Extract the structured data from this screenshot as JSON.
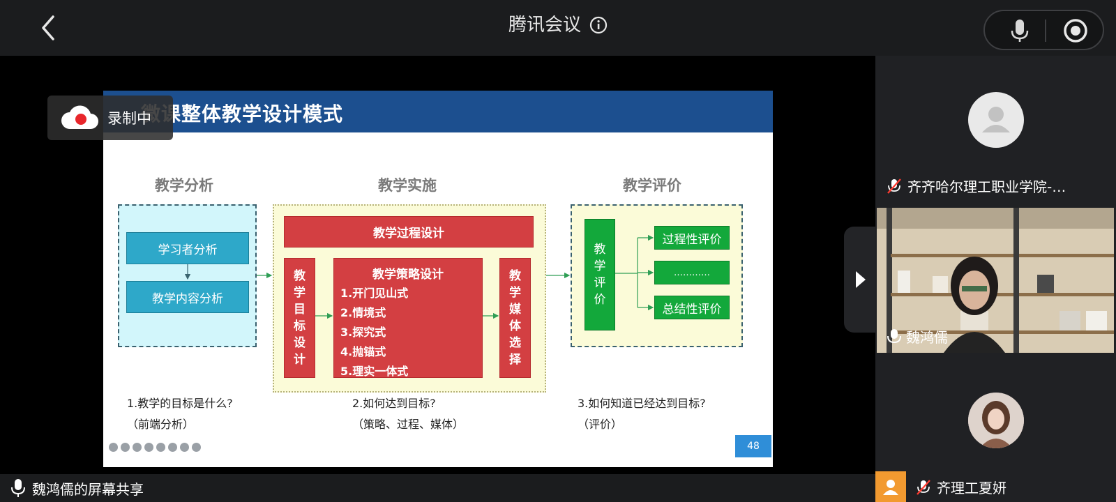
{
  "app": {
    "title": "腾讯会议",
    "recording_label": "录制中"
  },
  "colors": {
    "bg": "#000000",
    "topbar": "#1b1c1e",
    "slide_header": "#1c4f8f",
    "cyan": "#2ea8c9",
    "red": "#d33f42",
    "green": "#13a83b"
  },
  "slide": {
    "header": "微课整体教学设计模式",
    "sections": {
      "analysis": {
        "title": "教学分析",
        "items": [
          "学习者分析",
          "教学内容分析"
        ],
        "question": "1.教学的目标是什么?",
        "note": "（前端分析）"
      },
      "implementation": {
        "title": "教学实施",
        "process": "教学过程设计",
        "goal_design": "教学目标设计",
        "strategy_title": "教学策略设计",
        "strategies": [
          "1.开门见山式",
          "2.情境式",
          "3.探究式",
          "4.抛锚式",
          "5.理实一体式"
        ],
        "media_select": "教学媒体选择",
        "question": "2.如何达到目标?",
        "note": "（策略、过程、媒体）"
      },
      "evaluation": {
        "title": "教学评价",
        "main": "教学评价",
        "items": [
          "过程性评价",
          "…………",
          "总结性评价"
        ],
        "question": "3.如何知道已经达到目标?",
        "note": "（评价）"
      }
    },
    "page_number": "48"
  },
  "share_bar": {
    "label": "魏鸿儒的屏幕共享"
  },
  "participants": [
    {
      "name": "齐齐哈尔理工职业学院-…",
      "mic": "muted",
      "avatar": "default-avatar"
    },
    {
      "name": "魏鸿儒",
      "mic": "on",
      "avatar": "video"
    },
    {
      "name": "齐理工夏妍",
      "mic": "muted",
      "avatar": "photo-avatar"
    }
  ]
}
